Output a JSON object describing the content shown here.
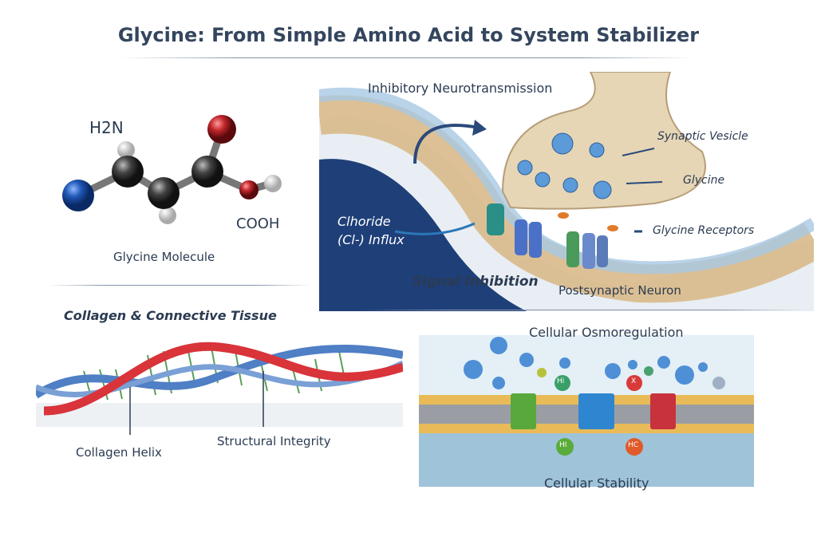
{
  "title": "Glycine: From Simple Amino Acid to System Stabilizer",
  "molecule": {
    "amine_label": "H2N",
    "carboxyl_label": "COOH",
    "caption": "Glycine Molecule"
  },
  "neuro": {
    "heading": "Inhibitory Neurotransmission",
    "labels": {
      "synaptic_vesicle": "Synaptic Vesicle",
      "glycine": "Glycine",
      "glycine_receptors": "Glycine Receptors",
      "chloride_line1": "Clhoride",
      "chloride_line2": "(Cl-) Influx",
      "signal_inhibition": "Signal Inhibition",
      "postsynaptic": "Postsynaptic Neuron"
    }
  },
  "collagen": {
    "heading": "Collagen & Connective Tissue",
    "labels": {
      "helix": "Collagen Helix",
      "integrity": "Structural Integrity"
    }
  },
  "osmo": {
    "heading": "Cellular Osmoregulation",
    "footer": "Cellular Stability",
    "ion_labels": [
      "Hi",
      "X",
      "HI",
      "HC"
    ]
  },
  "colors": {
    "text": "#2b3b52",
    "oxygen": "#c0262b",
    "nitrogen": "#1f56b5",
    "carbon": "#3a3a3a",
    "helix_red": "#d8343a",
    "helix_blue": "#4f7fc4",
    "channel_green": "#58a83b",
    "channel_blue": "#2f86d0",
    "channel_red": "#c8323c"
  }
}
